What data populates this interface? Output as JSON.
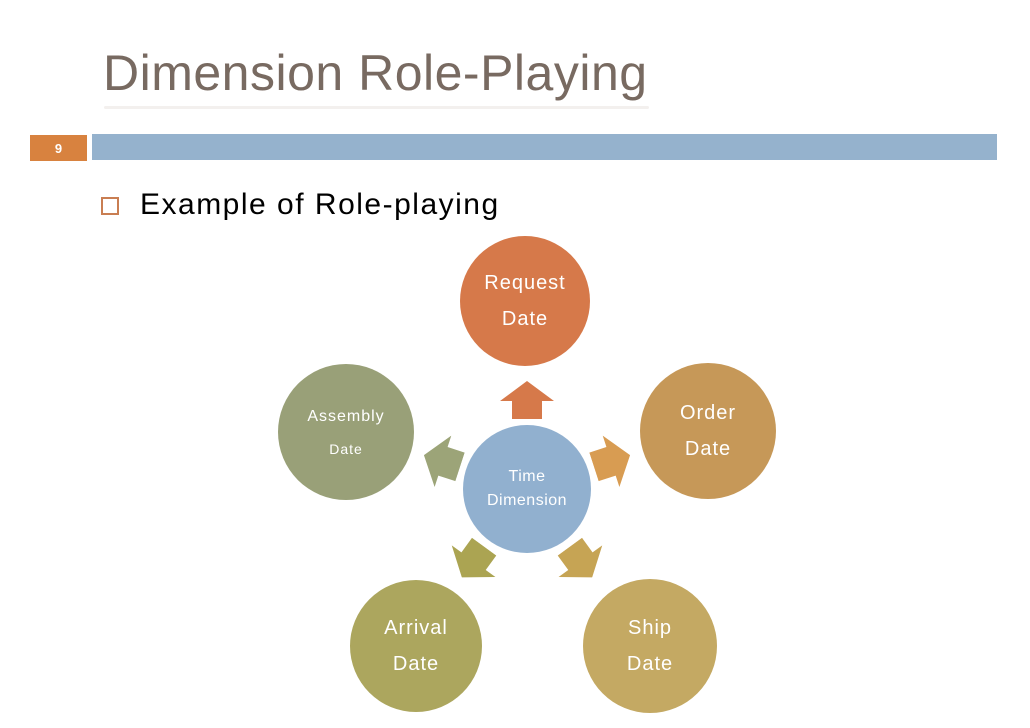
{
  "slide": {
    "page_number": "9",
    "title": "Dimension Role-Playing",
    "bullet": "Example of Role-playing"
  },
  "colors": {
    "title_text": "#786A61",
    "title_underline": "#E9E4E0",
    "header_bar_blue": "#95B2CD",
    "page_number_bg": "#D8823F",
    "bullet_square_border": "#C97E52",
    "node_request": "#D6794A",
    "node_order": "#C69858",
    "node_assembly": "#99A078",
    "node_arrival": "#ACA65E",
    "node_ship": "#C4A963",
    "node_center": "#91B0CF",
    "arrow_up": "#D6794A",
    "arrow_upper_right": "#D89C52",
    "arrow_lower_right": "#C6A454",
    "arrow_lower_left": "#ABA452",
    "arrow_upper_left": "#9CA478",
    "node_text": "#FFFFFF"
  },
  "diagram": {
    "center_node": {
      "line1": "Time",
      "line2": "Dimension"
    },
    "nodes": [
      {
        "id": "request",
        "line1": "Request",
        "line2": "Date"
      },
      {
        "id": "order",
        "line1": "Order",
        "line2": "Date"
      },
      {
        "id": "assembly",
        "line1": "Assembly",
        "line2": "Date"
      },
      {
        "id": "arrival",
        "line1": "Arrival",
        "line2": "Date"
      },
      {
        "id": "ship",
        "line1": "Ship",
        "line2": "Date"
      }
    ]
  }
}
